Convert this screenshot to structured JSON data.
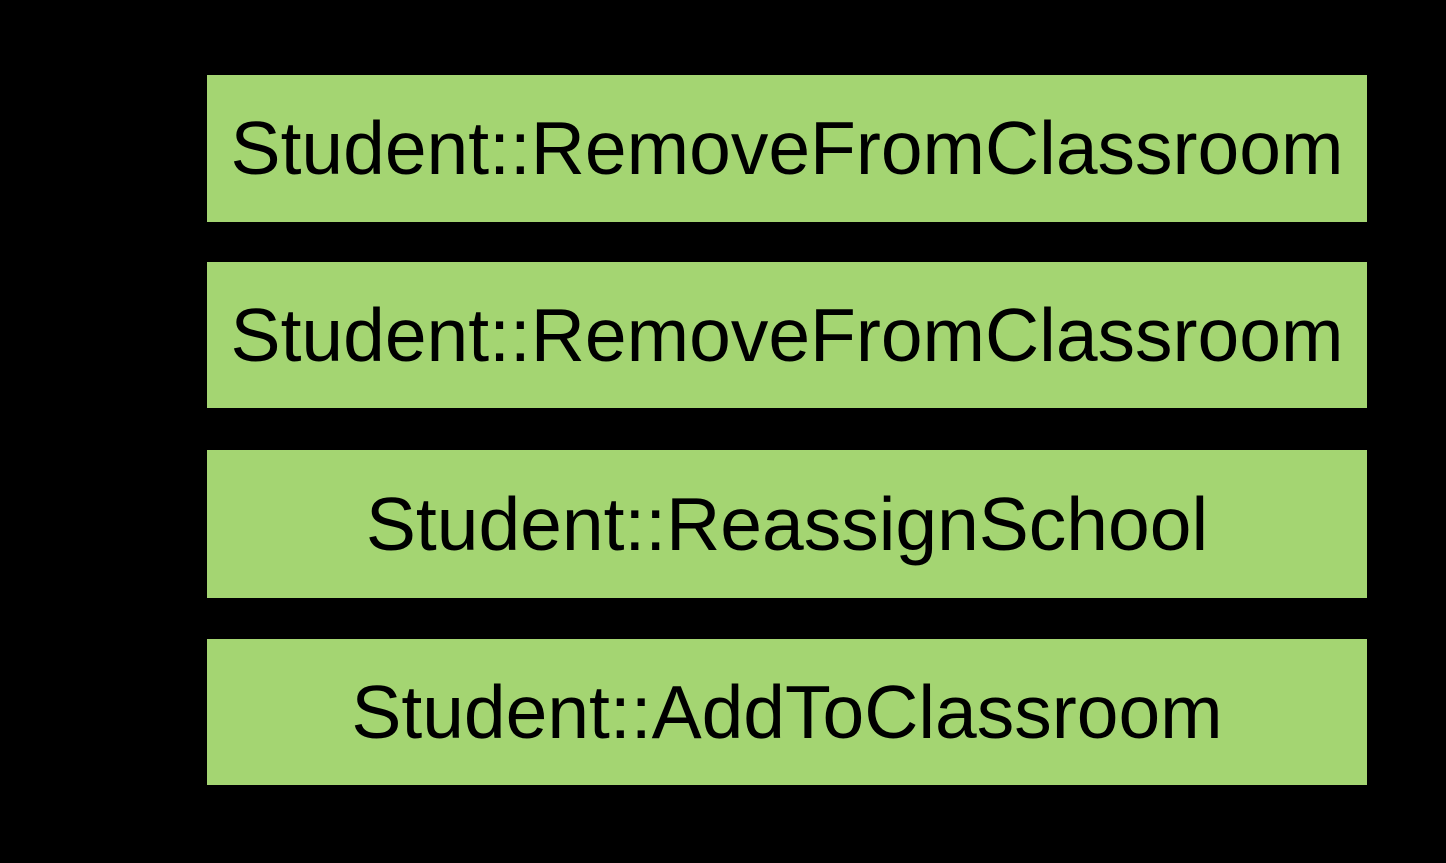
{
  "canvas": {
    "background_color": "#000000",
    "box_fill_color": "#a4d572",
    "box_text_color": "#000000"
  },
  "boxes": [
    {
      "label": "Student::RemoveFromClassroom"
    },
    {
      "label": "Student::RemoveFromClassroom"
    },
    {
      "label": "Student::ReassignSchool"
    },
    {
      "label": "Student::AddToClassroom"
    }
  ]
}
